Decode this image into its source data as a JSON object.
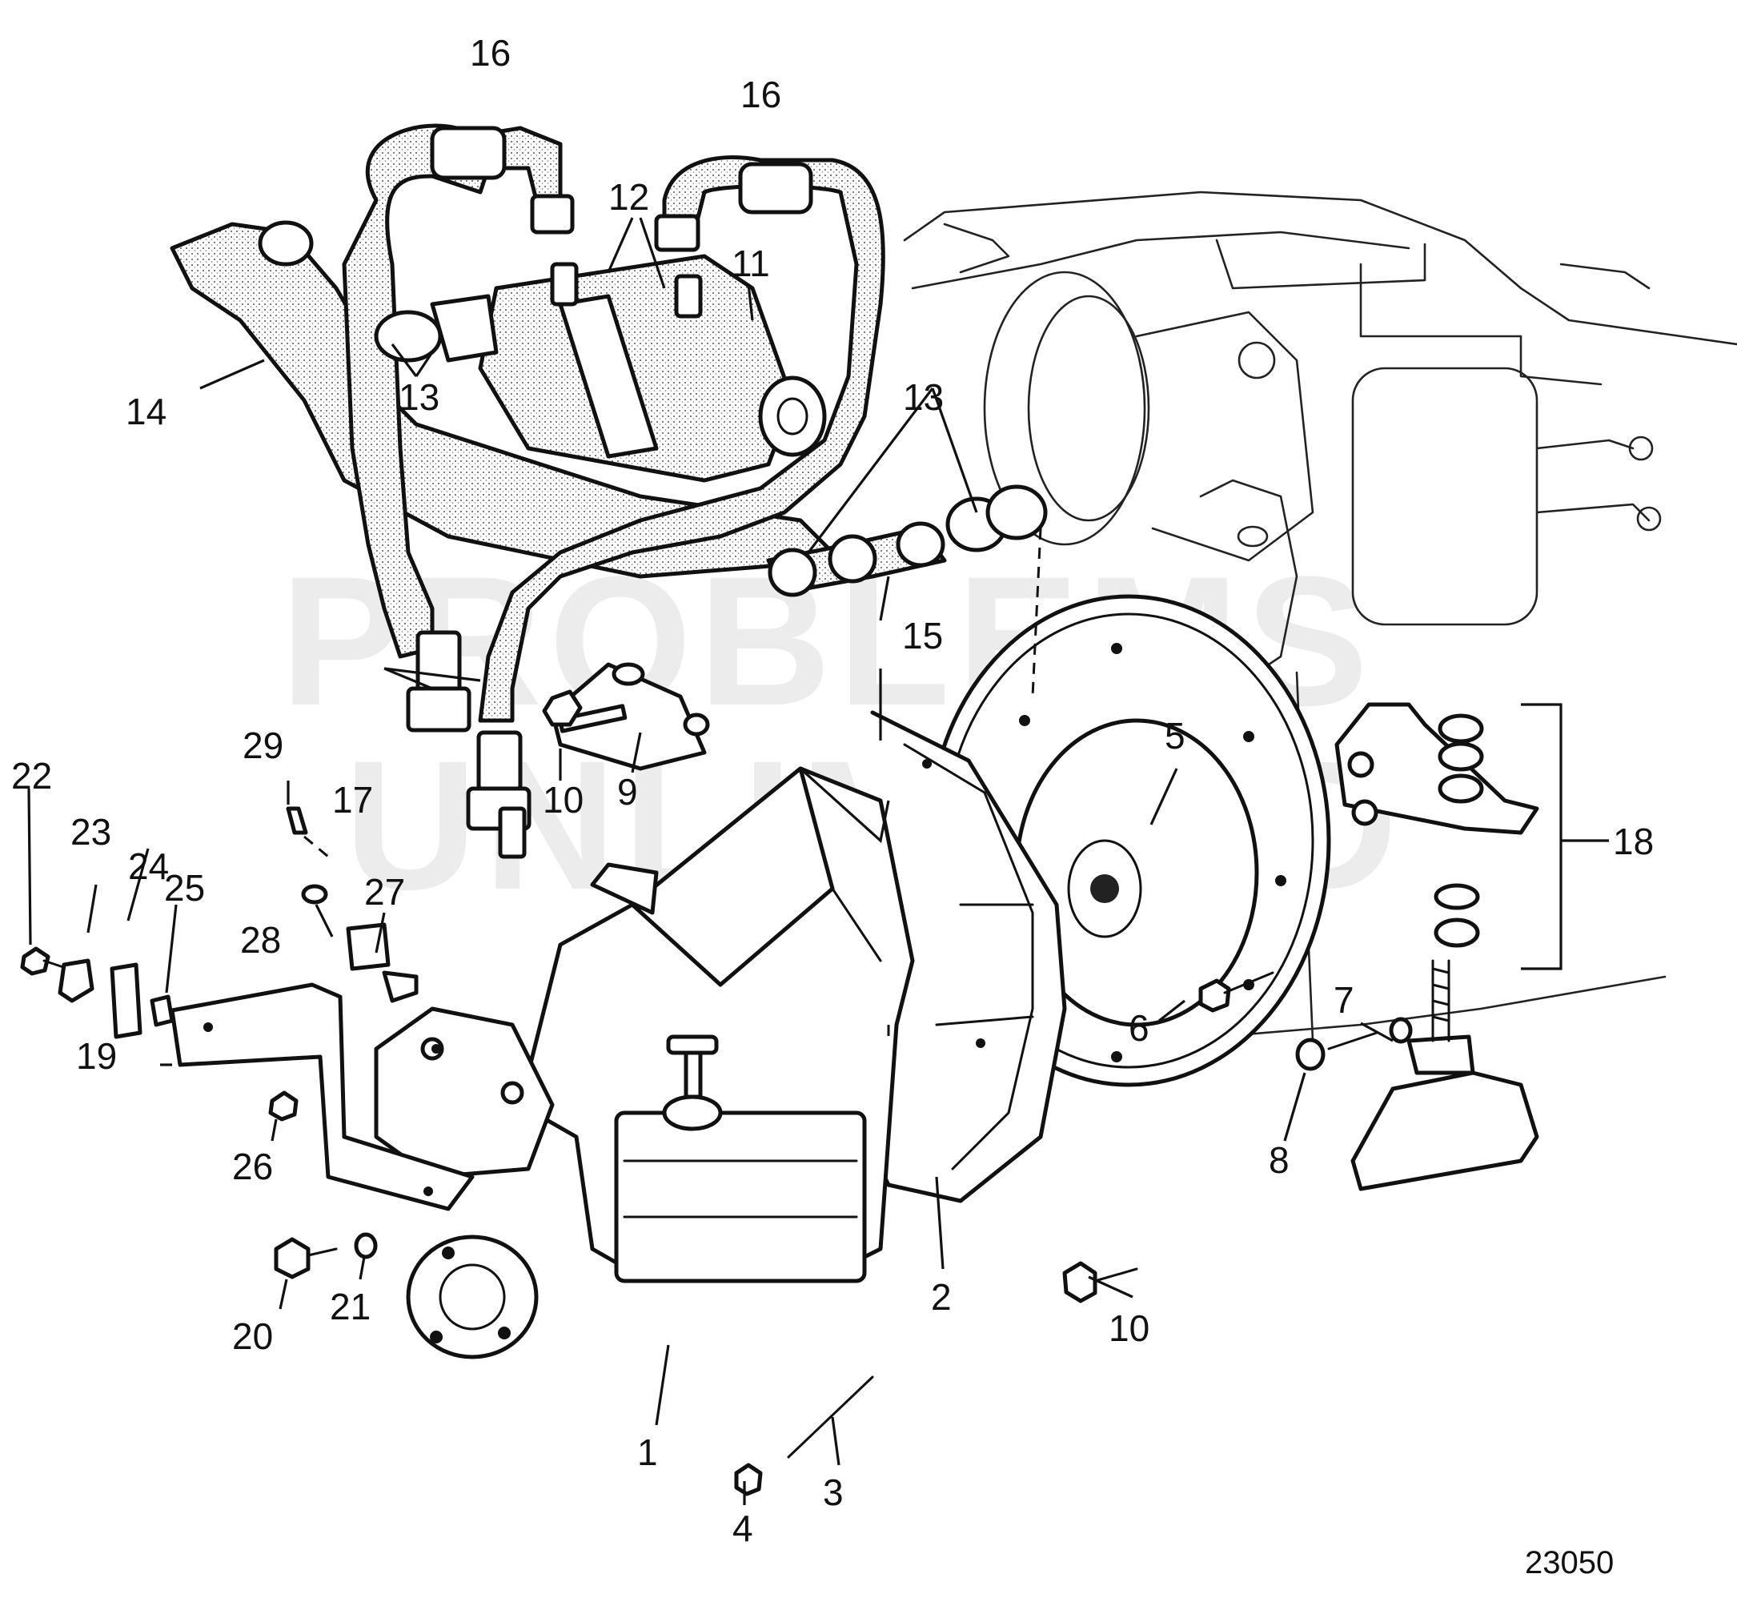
{
  "figure_number": "23050",
  "watermark": {
    "line1": "PROBLEMS",
    "line2": "UNLIMITED"
  },
  "callouts": [
    {
      "id": "c1",
      "label": "1"
    },
    {
      "id": "c2",
      "label": "2"
    },
    {
      "id": "c3",
      "label": "3"
    },
    {
      "id": "c4",
      "label": "4"
    },
    {
      "id": "c5",
      "label": "5"
    },
    {
      "id": "c6",
      "label": "6"
    },
    {
      "id": "c7",
      "label": "7"
    },
    {
      "id": "c8",
      "label": "8"
    },
    {
      "id": "c9",
      "label": "9"
    },
    {
      "id": "c10a",
      "label": "10"
    },
    {
      "id": "c10b",
      "label": "10"
    },
    {
      "id": "c11",
      "label": "11"
    },
    {
      "id": "c12",
      "label": "12"
    },
    {
      "id": "c13a",
      "label": "13"
    },
    {
      "id": "c13b",
      "label": "13"
    },
    {
      "id": "c14",
      "label": "14"
    },
    {
      "id": "c15",
      "label": "15"
    },
    {
      "id": "c16a",
      "label": "16"
    },
    {
      "id": "c16b",
      "label": "16"
    },
    {
      "id": "c17",
      "label": "17"
    },
    {
      "id": "c18",
      "label": "18"
    },
    {
      "id": "c19",
      "label": "19"
    },
    {
      "id": "c20",
      "label": "20"
    },
    {
      "id": "c21",
      "label": "21"
    },
    {
      "id": "c22",
      "label": "22"
    },
    {
      "id": "c23",
      "label": "23"
    },
    {
      "id": "c24",
      "label": "24"
    },
    {
      "id": "c25",
      "label": "25"
    },
    {
      "id": "c26",
      "label": "26"
    },
    {
      "id": "c27",
      "label": "27"
    },
    {
      "id": "c28",
      "label": "28"
    },
    {
      "id": "c29",
      "label": "29"
    }
  ]
}
